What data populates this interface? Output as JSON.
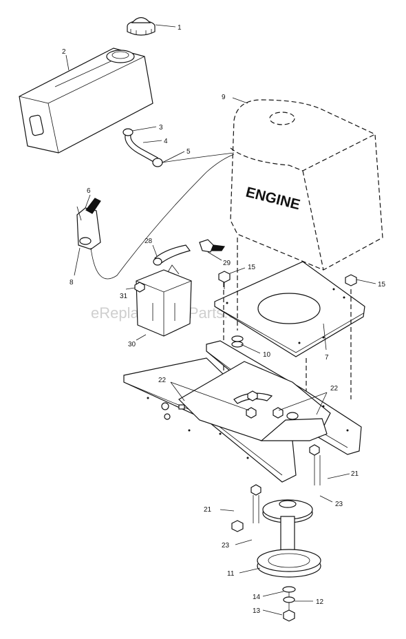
{
  "diagram": {
    "engine_label": "ENGINE",
    "watermark": "eReplacementParts.com",
    "callouts": {
      "p1": "1",
      "p2": "2",
      "p3": "3",
      "p4": "4",
      "p5": "5",
      "p6": "6",
      "p7": "7",
      "p8": "8",
      "p9": "9",
      "p10": "10",
      "p11": "11",
      "p12": "12",
      "p13": "13",
      "p14": "14",
      "p15a": "15",
      "p15b": "15",
      "p21a": "21",
      "p21b": "21",
      "p22a": "22",
      "p22b": "22",
      "p23a": "23",
      "p23b": "23",
      "p28": "28",
      "p29": "29",
      "p30": "30",
      "p31": "31"
    }
  }
}
